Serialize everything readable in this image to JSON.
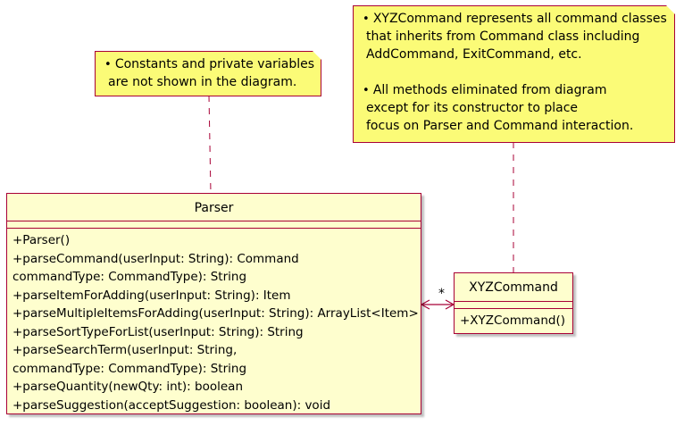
{
  "notes": {
    "parser_note": {
      "lines": [
        {
          "bullet": true,
          "text": "Constants and private variables"
        },
        {
          "bullet": false,
          "text": "are not shown in the diagram."
        }
      ]
    },
    "xyz_note": {
      "lines": [
        {
          "bullet": true,
          "text": "XYZCommand represents all command classes"
        },
        {
          "bullet": false,
          "text": "that inherits from Command class including"
        },
        {
          "bullet": false,
          "text": "AddCommand, ExitCommand, etc."
        },
        {
          "bullet": false,
          "text": ""
        },
        {
          "bullet": true,
          "text": "All methods eliminated from diagram"
        },
        {
          "bullet": false,
          "text": "except for its constructor to place"
        },
        {
          "bullet": false,
          "text": "focus on Parser and Command interaction."
        }
      ]
    }
  },
  "classes": {
    "parser": {
      "name": "Parser",
      "methods": [
        "+Parser()",
        "+parseCommand(userInput: String): Command",
        "commandType: CommandType): String",
        "+parseItemForAdding(userInput: String): Item",
        "+parseMultipleItemsForAdding(userInput: String): ArrayList<Item>",
        "+parseSortTypeForList(userInput: String): String",
        "+parseSearchTerm(userInput: String,",
        "commandType: CommandType): String",
        "+parseQuantity(newQty: int): boolean",
        "+parseSuggestion(acceptSuggestion: boolean): void"
      ]
    },
    "xyz_command": {
      "name": "XYZCommand",
      "methods": [
        "+XYZCommand()"
      ]
    }
  },
  "association": {
    "multiplicity": "*"
  },
  "colors": {
    "border": "#a80036",
    "class_fill": "#fefece",
    "note_fill": "#fbfb77"
  }
}
